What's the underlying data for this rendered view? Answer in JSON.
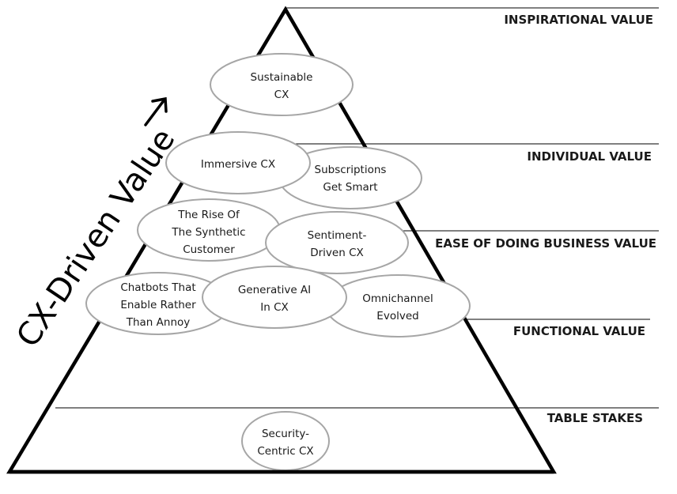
{
  "diagram": {
    "type": "pyramid",
    "axis_label": "CX-Driven Value",
    "axis_arrow_icon": "arrow-up-right",
    "tiers": [
      {
        "label": "INSPIRATIONAL VALUE"
      },
      {
        "label": "INDIVIDUAL VALUE"
      },
      {
        "label": "EASE OF DOING BUSINESS VALUE"
      },
      {
        "label": "FUNCTIONAL VALUE"
      },
      {
        "label": "TABLE STAKES"
      }
    ],
    "nodes": [
      {
        "lines": [
          "Sustainable",
          "CX"
        ],
        "tier": "INSPIRATIONAL VALUE"
      },
      {
        "lines": [
          "Subscriptions",
          "Get Smart"
        ],
        "tier": "INDIVIDUAL VALUE"
      },
      {
        "lines": [
          "Immersive CX"
        ],
        "tier": "INDIVIDUAL VALUE"
      },
      {
        "lines": [
          "The Rise Of",
          "The Synthetic",
          "Customer"
        ],
        "tier": "EASE OF DOING BUSINESS VALUE"
      },
      {
        "lines": [
          "Sentiment-",
          "Driven CX"
        ],
        "tier": "EASE OF DOING BUSINESS VALUE"
      },
      {
        "lines": [
          "Chatbots That",
          "Enable Rather",
          "Than Annoy"
        ],
        "tier": "FUNCTIONAL VALUE"
      },
      {
        "lines": [
          "Omnichannel",
          "Evolved"
        ],
        "tier": "FUNCTIONAL VALUE"
      },
      {
        "lines": [
          "Generative AI",
          "In CX"
        ],
        "tier": "FUNCTIONAL VALUE"
      },
      {
        "lines": [
          "Security-",
          "Centric CX"
        ],
        "tier": "TABLE STAKES"
      }
    ],
    "colors": {
      "outline": "#000000",
      "ellipse_stroke": "#a6a6a6",
      "ellipse_fill": "#ffffff",
      "text": "#1a1a1a"
    }
  }
}
